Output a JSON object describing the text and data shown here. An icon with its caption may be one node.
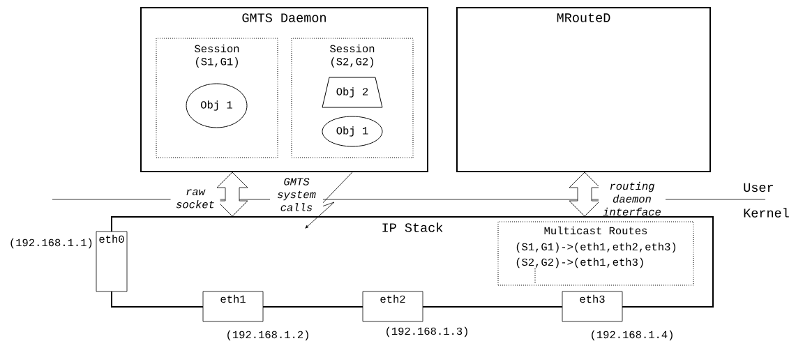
{
  "diagram": {
    "nodes": [
      {
        "text": [
          "GMTS Daemon"
        ]
      },
      {
        "text": [
          "Session (S1,G1)"
        ],
        "in": 0
      },
      {
        "text": [
          "Obj 1"
        ],
        "in": 1
      },
      {
        "text": [
          "Session (S2,G2)"
        ],
        "in": 0
      },
      {
        "text": [
          "Obj 2"
        ],
        "in": 3
      },
      {
        "text": [
          "Obj 1"
        ],
        "in": 3
      },
      {
        "text": [
          "MRouteD"
        ]
      },
      {
        "text": [
          "IP Stack"
        ]
      },
      {
        "text": [
          "Multicast Routes",
          "(S1,G1)->(eth1,eth2,eth3)",
          "(S2,G2)->(eth1,eth3)"
        ],
        "in": 7
      },
      {
        "text": [
          "eth0"
        ],
        "beside": [
          "(192.168.1.1)"
        ]
      },
      {
        "text": [
          "eth1"
        ],
        "beside": [
          "(192.168.1.2)"
        ]
      },
      {
        "text": [
          "eth2"
        ],
        "beside": [
          "(192.168.1.3)"
        ]
      },
      {
        "text": [
          "eth3"
        ],
        "beside": [
          "(192.168.1.4)"
        ]
      }
    ],
    "edges": [
      {
        "from": 0,
        "to": 7,
        "arrow": "both",
        "label": "raw socket"
      },
      {
        "from": 6,
        "to": 7,
        "arrow": "both",
        "label": "routing daemon interface"
      },
      {
        "from": 0,
        "to": 7,
        "arrow": "to",
        "label": "GMTS system calls"
      }
    ],
    "labels": [
      "User",
      "Kernel"
    ]
  }
}
